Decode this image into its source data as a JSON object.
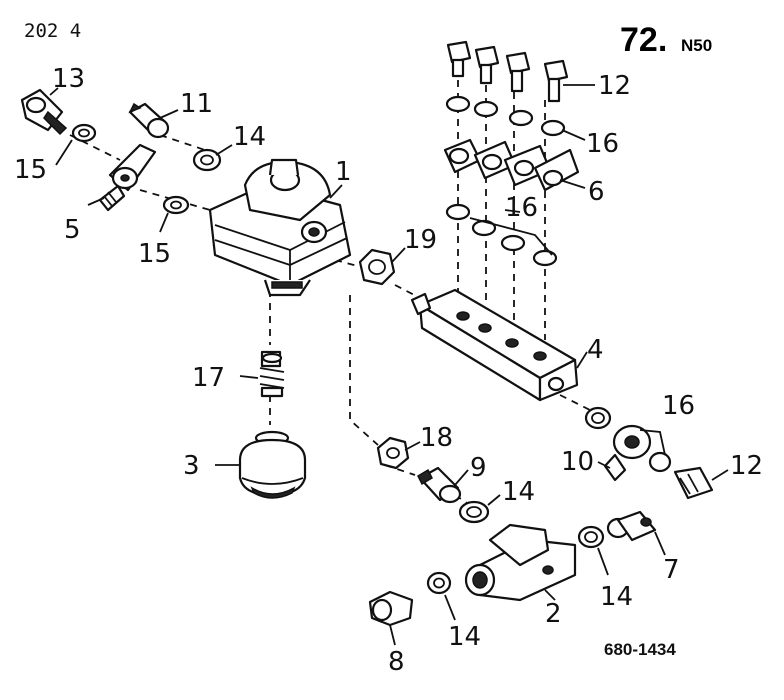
{
  "header": {
    "page_ref": "202 4",
    "group_number": "72.",
    "group_suffix": "N50"
  },
  "footer": {
    "drawing_code": "680-1434"
  },
  "callouts": {
    "c13": "13",
    "c11": "11",
    "c14a": "14",
    "c1": "1",
    "c15a": "15",
    "c5": "5",
    "c15b": "15",
    "c19": "19",
    "c12a": "12",
    "c16a": "16",
    "c6": "6",
    "c16b": "16",
    "c4": "4",
    "c17": "17",
    "c3": "3",
    "c18": "18",
    "c16c": "16",
    "c10": "10",
    "c12b": "12",
    "c9": "9",
    "c14b": "14",
    "c7": "7",
    "c14c": "14",
    "c2": "2",
    "c14d": "14",
    "c8": "8"
  }
}
